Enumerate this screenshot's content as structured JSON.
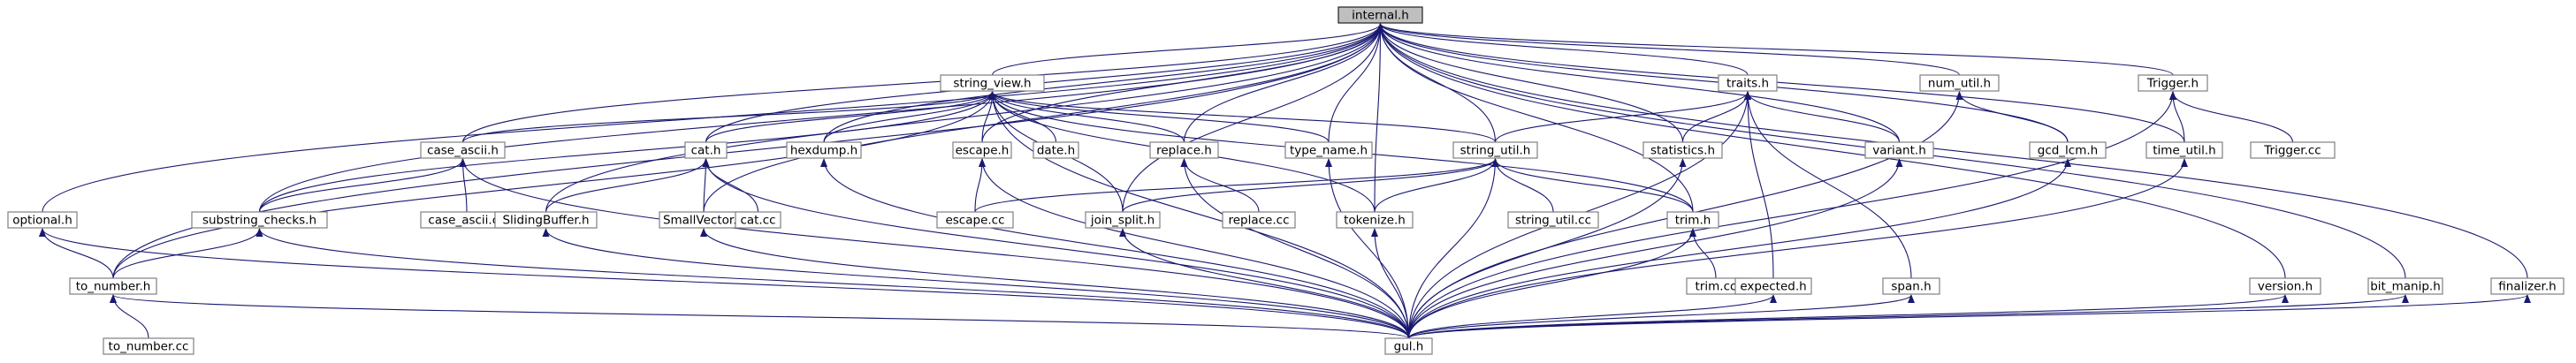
{
  "title": "",
  "colors": {
    "edge": "#191970",
    "root_fill": "#bfbfbf",
    "node_border": "#808080"
  },
  "nodes": [
    {
      "id": "internal",
      "label": "internal.h",
      "root": true
    },
    {
      "id": "string_view",
      "label": "string_view.h"
    },
    {
      "id": "traits",
      "label": "traits.h"
    },
    {
      "id": "num_util",
      "label": "num_util.h"
    },
    {
      "id": "Trigger",
      "label": "Trigger.h"
    },
    {
      "id": "case_ascii",
      "label": "case_ascii.h"
    },
    {
      "id": "cat",
      "label": "cat.h"
    },
    {
      "id": "hexdump",
      "label": "hexdump.h"
    },
    {
      "id": "escape",
      "label": "escape.h"
    },
    {
      "id": "date",
      "label": "date.h"
    },
    {
      "id": "replace",
      "label": "replace.h"
    },
    {
      "id": "type_name",
      "label": "type_name.h"
    },
    {
      "id": "string_util",
      "label": "string_util.h"
    },
    {
      "id": "statistics",
      "label": "statistics.h"
    },
    {
      "id": "variant",
      "label": "variant.h"
    },
    {
      "id": "gcd_lcm",
      "label": "gcd_lcm.h"
    },
    {
      "id": "time_util",
      "label": "time_util.h"
    },
    {
      "id": "Trigger_cc",
      "label": "Trigger.cc"
    },
    {
      "id": "optional",
      "label": "optional.h"
    },
    {
      "id": "substring_checks",
      "label": "substring_checks.h"
    },
    {
      "id": "case_ascii_cc",
      "label": "case_ascii.cc"
    },
    {
      "id": "SlidingBuffer",
      "label": "SlidingBuffer.h"
    },
    {
      "id": "SmallVector",
      "label": "SmallVector.h"
    },
    {
      "id": "cat_cc",
      "label": "cat.cc"
    },
    {
      "id": "escape_cc",
      "label": "escape.cc"
    },
    {
      "id": "replace_cc",
      "label": "replace.cc"
    },
    {
      "id": "join_split",
      "label": "join_split.h"
    },
    {
      "id": "tokenize",
      "label": "tokenize.h"
    },
    {
      "id": "string_util_cc",
      "label": "string_util.cc"
    },
    {
      "id": "trim",
      "label": "trim.h"
    },
    {
      "id": "trim_cc",
      "label": "trim.cc"
    },
    {
      "id": "expected",
      "label": "expected.h"
    },
    {
      "id": "span",
      "label": "span.h"
    },
    {
      "id": "version",
      "label": "version.h"
    },
    {
      "id": "bit_manip",
      "label": "bit_manip.h"
    },
    {
      "id": "finalizer",
      "label": "finalizer.h"
    },
    {
      "id": "to_number",
      "label": "to_number.h"
    },
    {
      "id": "to_number_cc",
      "label": "to_number.cc"
    },
    {
      "id": "gul",
      "label": "gul.h"
    }
  ],
  "edges": [
    [
      "string_view",
      "internal"
    ],
    [
      "traits",
      "internal"
    ],
    [
      "num_util",
      "internal"
    ],
    [
      "Trigger",
      "internal"
    ],
    [
      "case_ascii",
      "internal"
    ],
    [
      "cat",
      "internal"
    ],
    [
      "hexdump",
      "internal"
    ],
    [
      "escape",
      "internal"
    ],
    [
      "replace",
      "internal"
    ],
    [
      "type_name",
      "internal"
    ],
    [
      "string_util",
      "internal"
    ],
    [
      "statistics",
      "internal"
    ],
    [
      "variant",
      "internal"
    ],
    [
      "gcd_lcm",
      "internal"
    ],
    [
      "time_util",
      "internal"
    ],
    [
      "optional",
      "internal"
    ],
    [
      "substring_checks",
      "internal"
    ],
    [
      "SlidingBuffer",
      "internal"
    ],
    [
      "SmallVector",
      "internal"
    ],
    [
      "join_split",
      "internal"
    ],
    [
      "tokenize",
      "internal"
    ],
    [
      "trim",
      "internal"
    ],
    [
      "version",
      "internal"
    ],
    [
      "bit_manip",
      "internal"
    ],
    [
      "finalizer",
      "internal"
    ],
    [
      "to_number",
      "internal"
    ],
    [
      "case_ascii",
      "string_view"
    ],
    [
      "cat",
      "string_view"
    ],
    [
      "hexdump",
      "string_view"
    ],
    [
      "escape",
      "string_view"
    ],
    [
      "date",
      "string_view"
    ],
    [
      "replace",
      "string_view"
    ],
    [
      "type_name",
      "string_view"
    ],
    [
      "string_util",
      "string_view"
    ],
    [
      "substring_checks",
      "string_view"
    ],
    [
      "join_split",
      "string_view"
    ],
    [
      "tokenize",
      "string_view"
    ],
    [
      "trim",
      "string_view"
    ],
    [
      "to_number",
      "string_view"
    ],
    [
      "gul",
      "string_view"
    ],
    [
      "string_util",
      "traits"
    ],
    [
      "statistics",
      "traits"
    ],
    [
      "variant",
      "traits"
    ],
    [
      "expected",
      "traits"
    ],
    [
      "span",
      "traits"
    ],
    [
      "gul",
      "traits"
    ],
    [
      "gcd_lcm",
      "num_util"
    ],
    [
      "gul",
      "num_util"
    ],
    [
      "time_util",
      "Trigger"
    ],
    [
      "Trigger_cc",
      "Trigger"
    ],
    [
      "gul",
      "Trigger"
    ],
    [
      "substring_checks",
      "case_ascii"
    ],
    [
      "case_ascii_cc",
      "case_ascii"
    ],
    [
      "gul",
      "case_ascii"
    ],
    [
      "SlidingBuffer",
      "cat"
    ],
    [
      "SmallVector",
      "cat"
    ],
    [
      "cat_cc",
      "cat"
    ],
    [
      "gul",
      "cat"
    ],
    [
      "gul",
      "hexdump"
    ],
    [
      "escape_cc",
      "escape"
    ],
    [
      "gul",
      "escape"
    ],
    [
      "replace_cc",
      "replace"
    ],
    [
      "gul",
      "replace"
    ],
    [
      "gul",
      "type_name"
    ],
    [
      "escape_cc",
      "string_util"
    ],
    [
      "join_split",
      "string_util"
    ],
    [
      "tokenize",
      "string_util"
    ],
    [
      "string_util_cc",
      "string_util"
    ],
    [
      "trim",
      "string_util"
    ],
    [
      "gul",
      "string_util"
    ],
    [
      "gul",
      "statistics"
    ],
    [
      "gul",
      "variant"
    ],
    [
      "gul",
      "gcd_lcm"
    ],
    [
      "gul",
      "time_util"
    ],
    [
      "to_number",
      "optional"
    ],
    [
      "gul",
      "optional"
    ],
    [
      "to_number",
      "substring_checks"
    ],
    [
      "gul",
      "substring_checks"
    ],
    [
      "gul",
      "SlidingBuffer"
    ],
    [
      "gul",
      "SmallVector"
    ],
    [
      "gul",
      "join_split"
    ],
    [
      "gul",
      "tokenize"
    ],
    [
      "trim_cc",
      "trim"
    ],
    [
      "gul",
      "trim"
    ],
    [
      "gul",
      "expected"
    ],
    [
      "gul",
      "span"
    ],
    [
      "gul",
      "version"
    ],
    [
      "gul",
      "bit_manip"
    ],
    [
      "gul",
      "finalizer"
    ],
    [
      "to_number_cc",
      "to_number"
    ],
    [
      "gul",
      "to_number"
    ]
  ]
}
